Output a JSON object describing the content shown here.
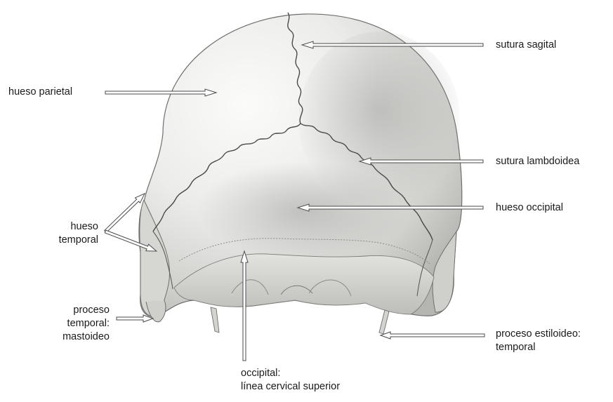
{
  "labels": {
    "hueso_parietal": "hueso parietal",
    "sutura_sagital": "sutura sagital",
    "sutura_lambdoidea": "sutura lambdoidea",
    "hueso_occipital": "hueso occipital",
    "hueso_temporal": [
      "hueso",
      "temporal"
    ],
    "proceso_temporal_mastoideo": [
      "proceso",
      "temporal:",
      "mastoideo"
    ],
    "proceso_estiloideo": [
      "proceso estiloideo:",
      "temporal"
    ],
    "occipital_linea": [
      "occipital:",
      "línea cervical superior"
    ]
  },
  "colors": {
    "bone_light": "#f3f3f1",
    "bone_mid": "#d9d9d6",
    "bone_shadow": "#a9a9a6",
    "outline": "#6e6e6c",
    "suture": "#4a4a48",
    "arrow": "#4a4a4a",
    "text": "#1a1a1a"
  }
}
